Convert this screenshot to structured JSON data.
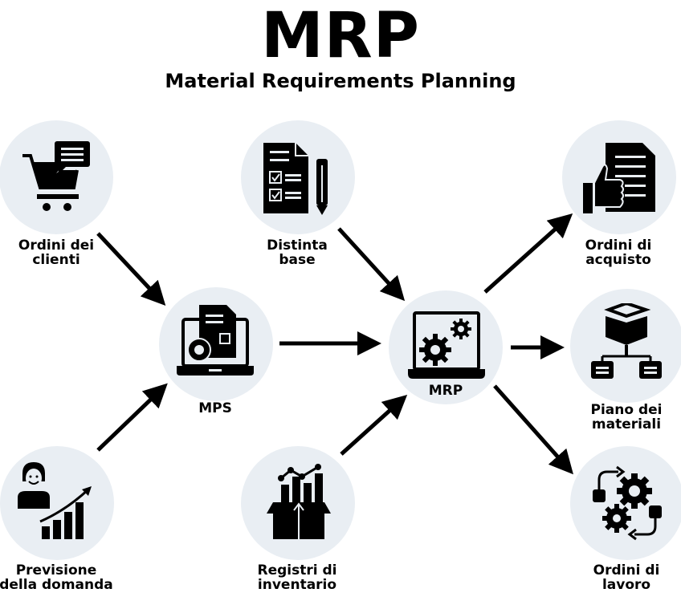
{
  "header": {
    "title": "MRP",
    "subtitle": "Material Requirements Planning"
  },
  "colors": {
    "circle_fill": "#e9eef3",
    "ink": "#000000",
    "background": "#ffffff"
  },
  "nodes": {
    "customer_orders": {
      "label_line1": "Ordini dei",
      "label_line2": "clienti",
      "icon": "shopping-cart-chat-icon"
    },
    "bill_of_materials": {
      "label_line1": "Distinta",
      "label_line2": "base",
      "icon": "checklist-pencil-icon"
    },
    "mps": {
      "label_line1": "MPS",
      "icon": "laptop-document-gear-icon"
    },
    "mrp": {
      "label_line1": "MRP",
      "icon": "laptop-gears-icon"
    },
    "demand_forecast": {
      "label_line1": "Previsione",
      "label_line2": "della domanda",
      "icon": "person-growth-chart-icon"
    },
    "inventory_records": {
      "label_line1": "Registri di",
      "label_line2": "inventario",
      "icon": "box-chart-icon"
    },
    "purchase_orders": {
      "label_line1": "Ordini di",
      "label_line2": "acquisto",
      "icon": "document-thumbs-up-icon"
    },
    "material_plan": {
      "label_line1": "Piano dei",
      "label_line2": "materiali",
      "icon": "box-hierarchy-icon"
    },
    "work_orders": {
      "label_line1": "Ordini di",
      "label_line2": "lavoro",
      "icon": "gears-workflow-icon"
    }
  },
  "edges": [
    {
      "from": "customer_orders",
      "to": "mps"
    },
    {
      "from": "demand_forecast",
      "to": "mps"
    },
    {
      "from": "mps",
      "to": "mrp"
    },
    {
      "from": "bill_of_materials",
      "to": "mrp"
    },
    {
      "from": "inventory_records",
      "to": "mrp"
    },
    {
      "from": "mrp",
      "to": "purchase_orders"
    },
    {
      "from": "mrp",
      "to": "material_plan"
    },
    {
      "from": "mrp",
      "to": "work_orders"
    }
  ]
}
